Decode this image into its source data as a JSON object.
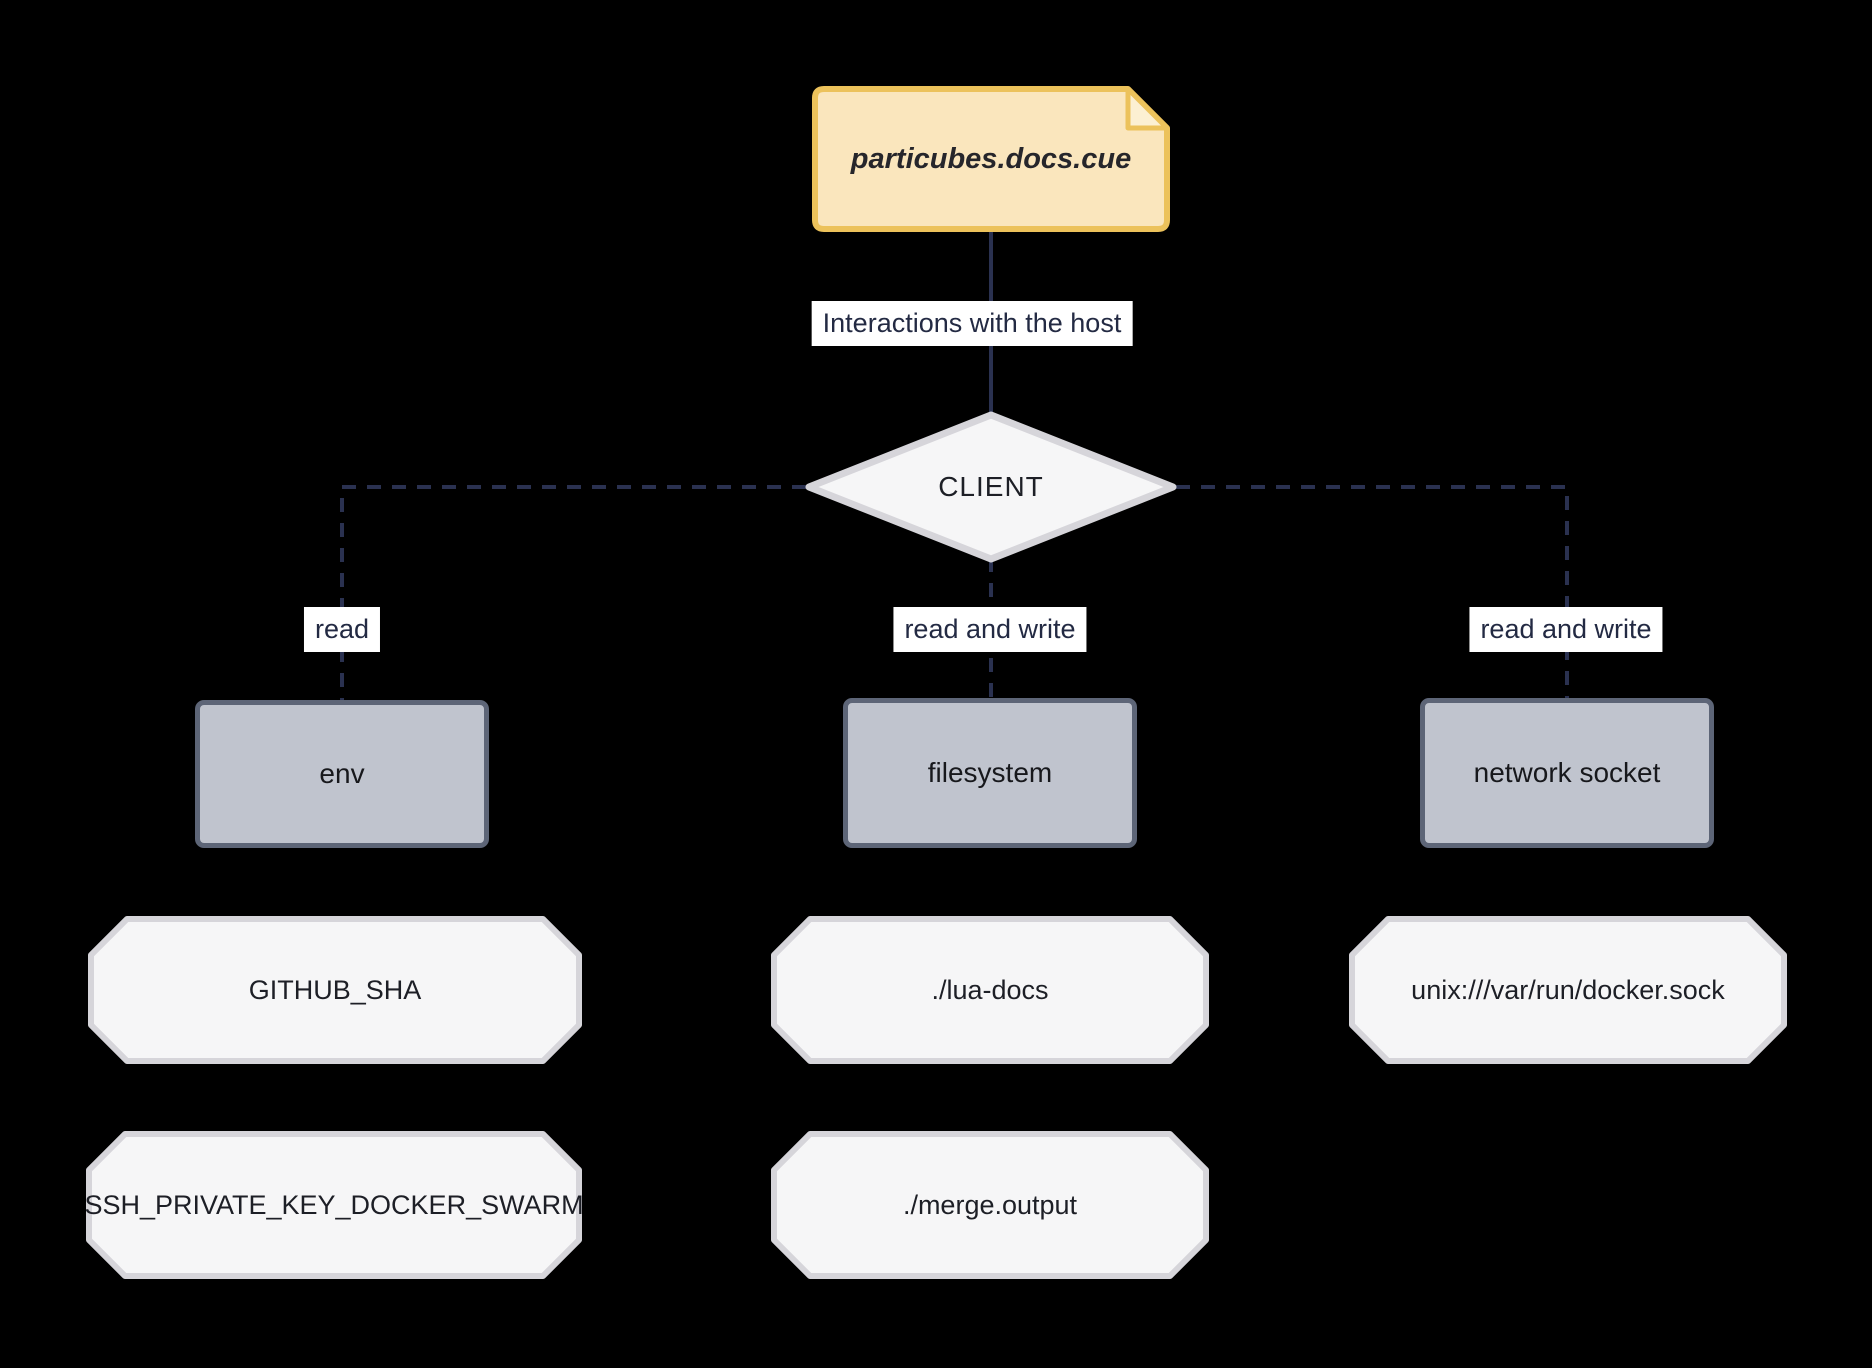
{
  "diagram": {
    "note": {
      "label": "particubes.docs.cue"
    },
    "root_edge": {
      "label": "Interactions with the host"
    },
    "client": {
      "label": "CLIENT"
    },
    "branches": [
      {
        "edge_label": "read",
        "resource_label": "env",
        "items": [
          "GITHUB_SHA",
          "SSH_PRIVATE_KEY_DOCKER_SWARM"
        ]
      },
      {
        "edge_label": "read and write",
        "resource_label": "filesystem",
        "items": [
          "./lua-docs",
          "./merge.output"
        ]
      },
      {
        "edge_label": "read and write",
        "resource_label": "network socket",
        "items": [
          "unix:///var/run/docker.sock"
        ]
      }
    ],
    "colors": {
      "background": "#000000",
      "note_fill": "#fae6bd",
      "note_fold": "#fcf0d2",
      "note_border": "#ecc25b",
      "resource_fill": "#c0c4ce",
      "resource_border": "#5d6577",
      "shape_fill": "#f6f6f7",
      "shape_border": "#d6d5da",
      "edge_line": "#2a3150",
      "edge_label_bg": "#ffffff",
      "edge_label_text": "#232a43",
      "text_dark": "#1d1f26"
    }
  }
}
